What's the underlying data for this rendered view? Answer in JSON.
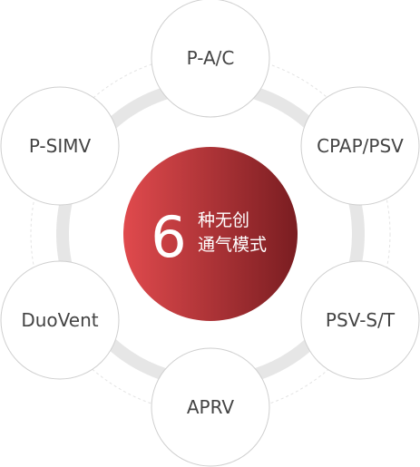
{
  "center": {
    "number": "6",
    "line1": "种无创",
    "line2": "通气模式"
  },
  "modes": [
    {
      "label": "P-A/C"
    },
    {
      "label": "CPAP/PSV"
    },
    {
      "label": "PSV-S/T"
    },
    {
      "label": "APRV"
    },
    {
      "label": "DuoVent"
    },
    {
      "label": "P-SIMV"
    }
  ],
  "colors": {
    "center_gradient_start": "#e04a4d",
    "center_gradient_end": "#7a1d21",
    "ring": "#e6e6e6",
    "node_border": "#cfcfcf",
    "text": "#444444"
  }
}
